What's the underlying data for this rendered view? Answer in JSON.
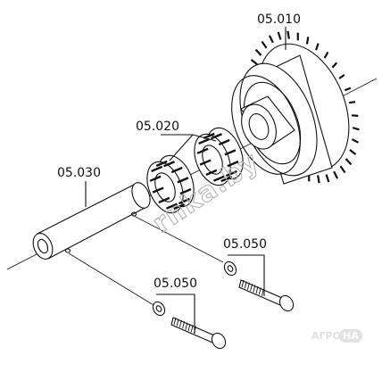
{
  "labels": {
    "gear": "05.010",
    "bearings": "05.020",
    "shaft": "05.030",
    "bolt_upper": "05.050",
    "bolt_lower": "05.050"
  },
  "watermark": {
    "center_text": "rnka.by",
    "corner_text_left": "АГРО",
    "corner_text_box": "НА"
  },
  "colors": {
    "line": "#111111",
    "watermark": "#b4b4b4",
    "corner_box": "#e2e2e2",
    "background": "#ffffff"
  }
}
